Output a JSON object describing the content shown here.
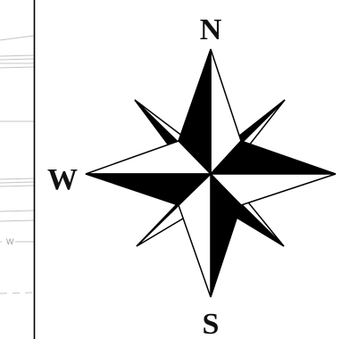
{
  "map": {
    "frame_color": "#000000",
    "line_color": "#c4c4c4",
    "label_color": "#9a9a9a",
    "edge_label": "W"
  },
  "compass": {
    "icon": "compass-rose-icon",
    "fill_dark": "#000000",
    "fill_light": "#ffffff",
    "labels": {
      "north": "N",
      "south": "S",
      "west": "W"
    }
  }
}
